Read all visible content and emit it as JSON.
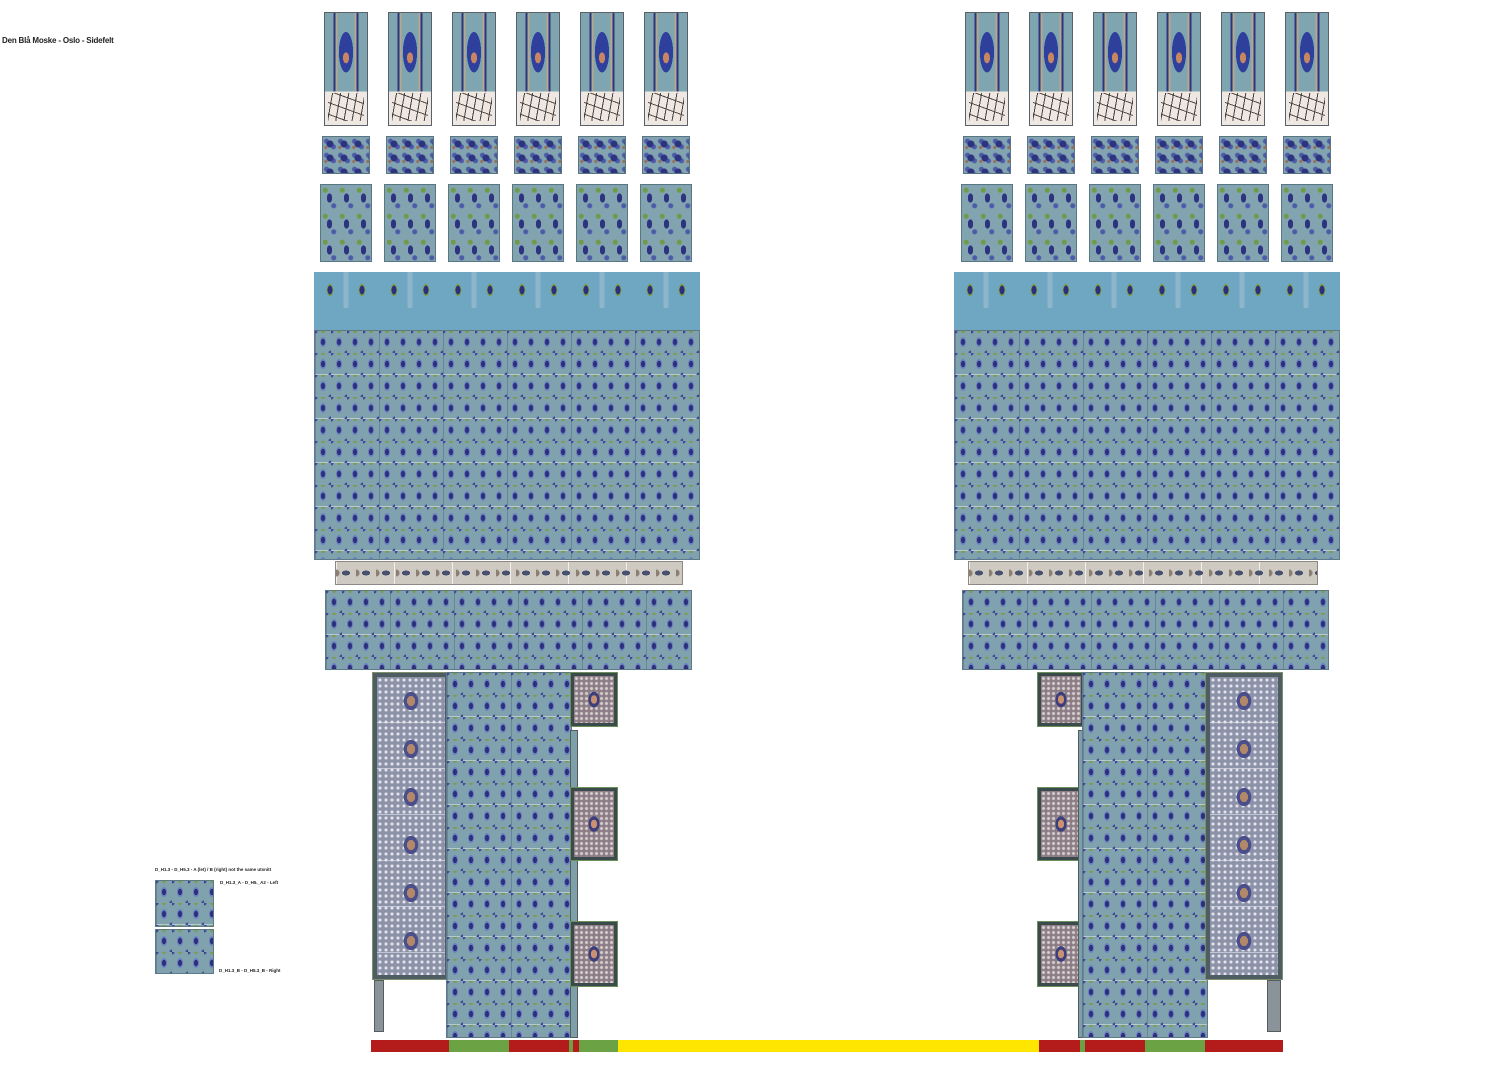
{
  "title": "Den Blå Moske - Oslo - Sidefelt",
  "notes": {
    "header": "D_H1.3 - D_H5.3 - A (let) / B (right) not the same utsnitt",
    "label_a": "D_H1.3_A - D_H5._A2 - Left",
    "label_b": "D_H1.3_B - D_H5.3_B - Right"
  },
  "colors": {
    "red": "#b41b1b",
    "green": "#6aa244",
    "yellow": "#ffe600",
    "tile_base": "#7fa2ae",
    "navy": "#2c2f7a"
  },
  "legend_bar_order": [
    "red",
    "green",
    "red",
    "green",
    "red",
    "green",
    "yellow",
    "red",
    "green",
    "red",
    "green",
    "red"
  ]
}
